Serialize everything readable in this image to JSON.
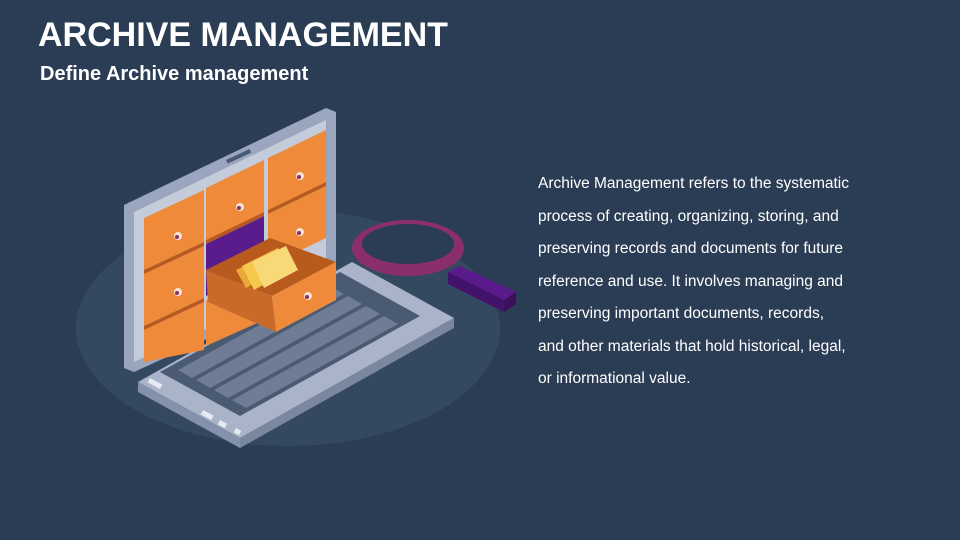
{
  "slide": {
    "title": "ARCHIVE MANAGEMENT",
    "subtitle": "Define Archive management",
    "description_lines": [
      "Archive Management refers to the systematic",
      "process of creating, organizing, storing, and",
      "preserving records and documents for future",
      "reference and use. It involves managing and",
      "preserving important documents, records,",
      "and other materials that hold historical, legal,",
      "or informational value."
    ]
  },
  "illustration": {
    "icon": "laptop-archive-drawers-magnifier-icon"
  },
  "colors": {
    "background": "#2b3d55",
    "text": "#ffffff",
    "drawer_orange": "#ee8a3a",
    "drawer_dark": "#b85a1e",
    "accent_purple": "#5a1b8c",
    "magnifier_ring": "#8a2f6a",
    "laptop_body": "#9aa6bd",
    "laptop_light": "#c4ccdb",
    "folder_yellow": "#f7c94a"
  }
}
